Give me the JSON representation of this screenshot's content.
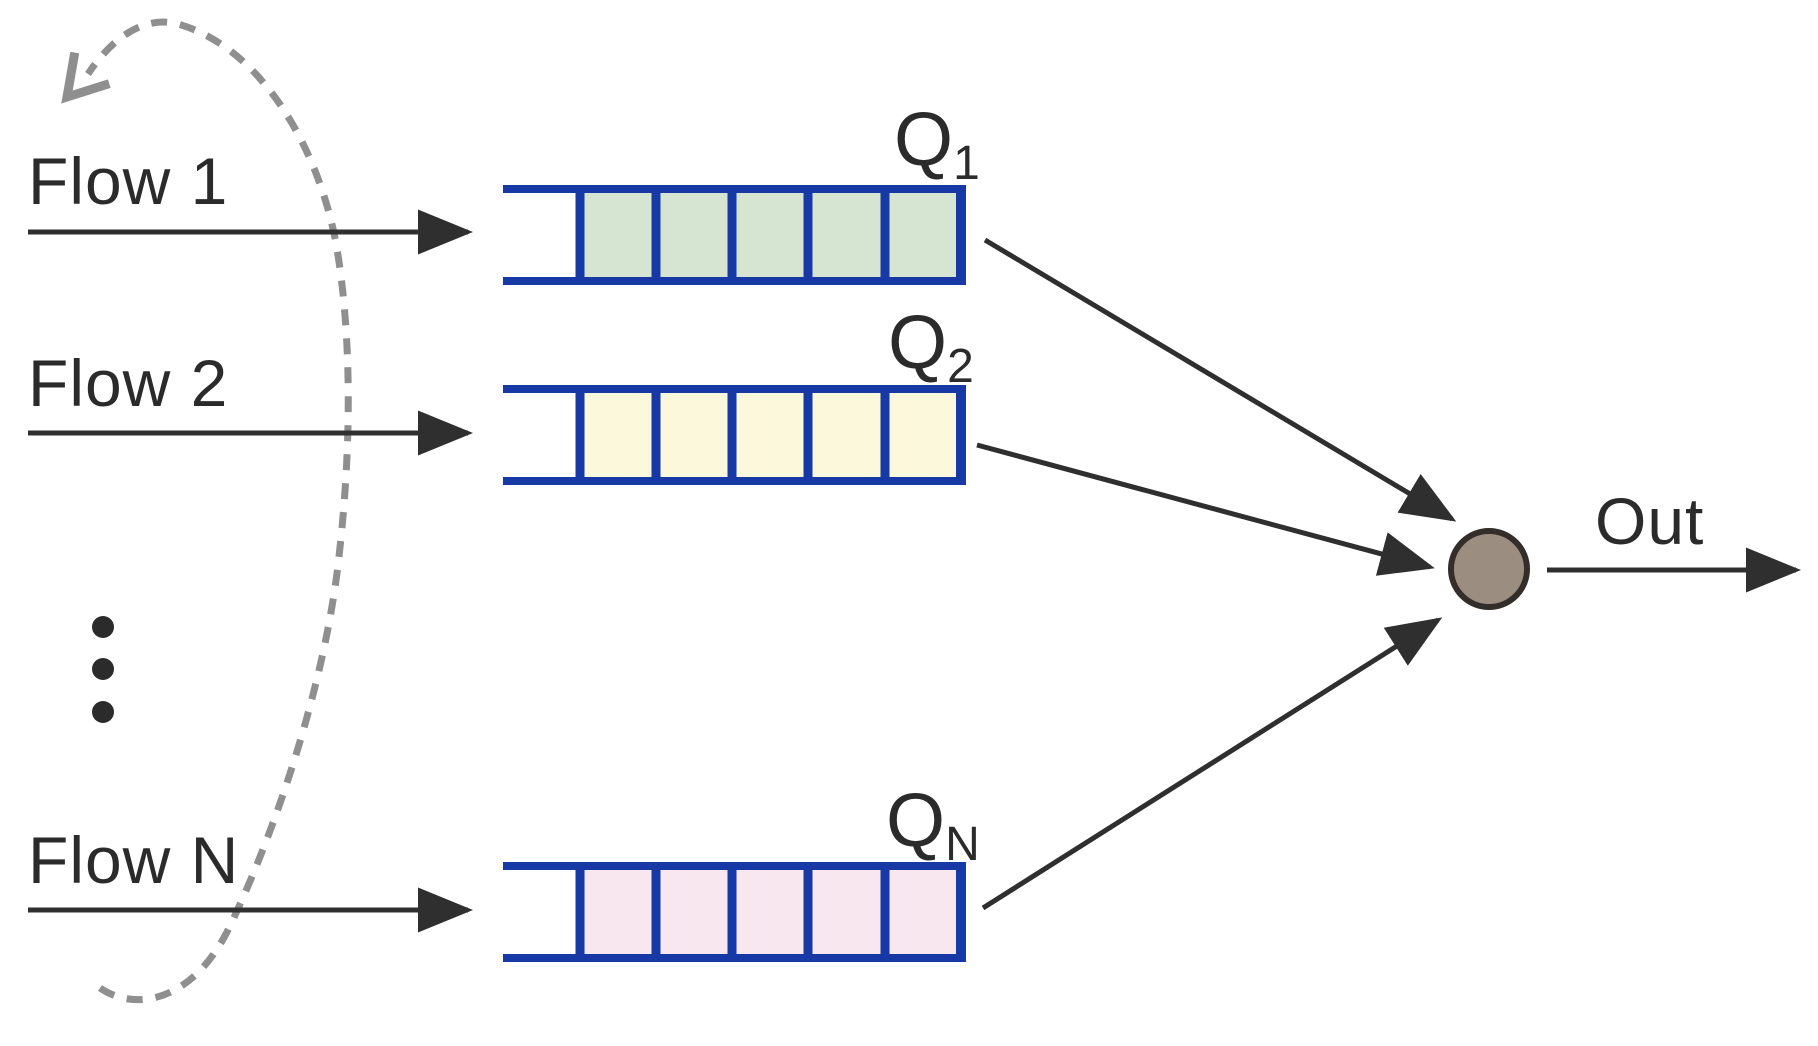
{
  "diagram": {
    "description": "Per-flow queuing with round-robin scheduler",
    "flows": [
      {
        "label": "Flow 1"
      },
      {
        "label": "Flow 2"
      },
      {
        "label": "Flow N"
      }
    ],
    "ellipsis_between_flows": "vertical-three-dots",
    "queues": [
      {
        "name": "Q",
        "subscript": "1",
        "cells_filled": 5,
        "cell_color": "#d6e5d2"
      },
      {
        "name": "Q",
        "subscript": "2",
        "cells_filled": 5,
        "cell_color": "#fcf8dc"
      },
      {
        "name": "Q",
        "subscript": "N",
        "cells_filled": 5,
        "cell_color": "#f8e7ee"
      }
    ],
    "scheduler": {
      "shape": "circle",
      "fill": "#9c8d81",
      "stroke": "#332e29"
    },
    "out_label": "Out",
    "round_robin_arc": {
      "style": "dashed",
      "color": "#8f8f8f",
      "direction": "counter-clockwise over flows"
    },
    "colors": {
      "queue_border": "#1639a5",
      "arrow": "#2f2f2f",
      "text": "#2b2b2b",
      "arc": "#8f8f8f"
    }
  }
}
